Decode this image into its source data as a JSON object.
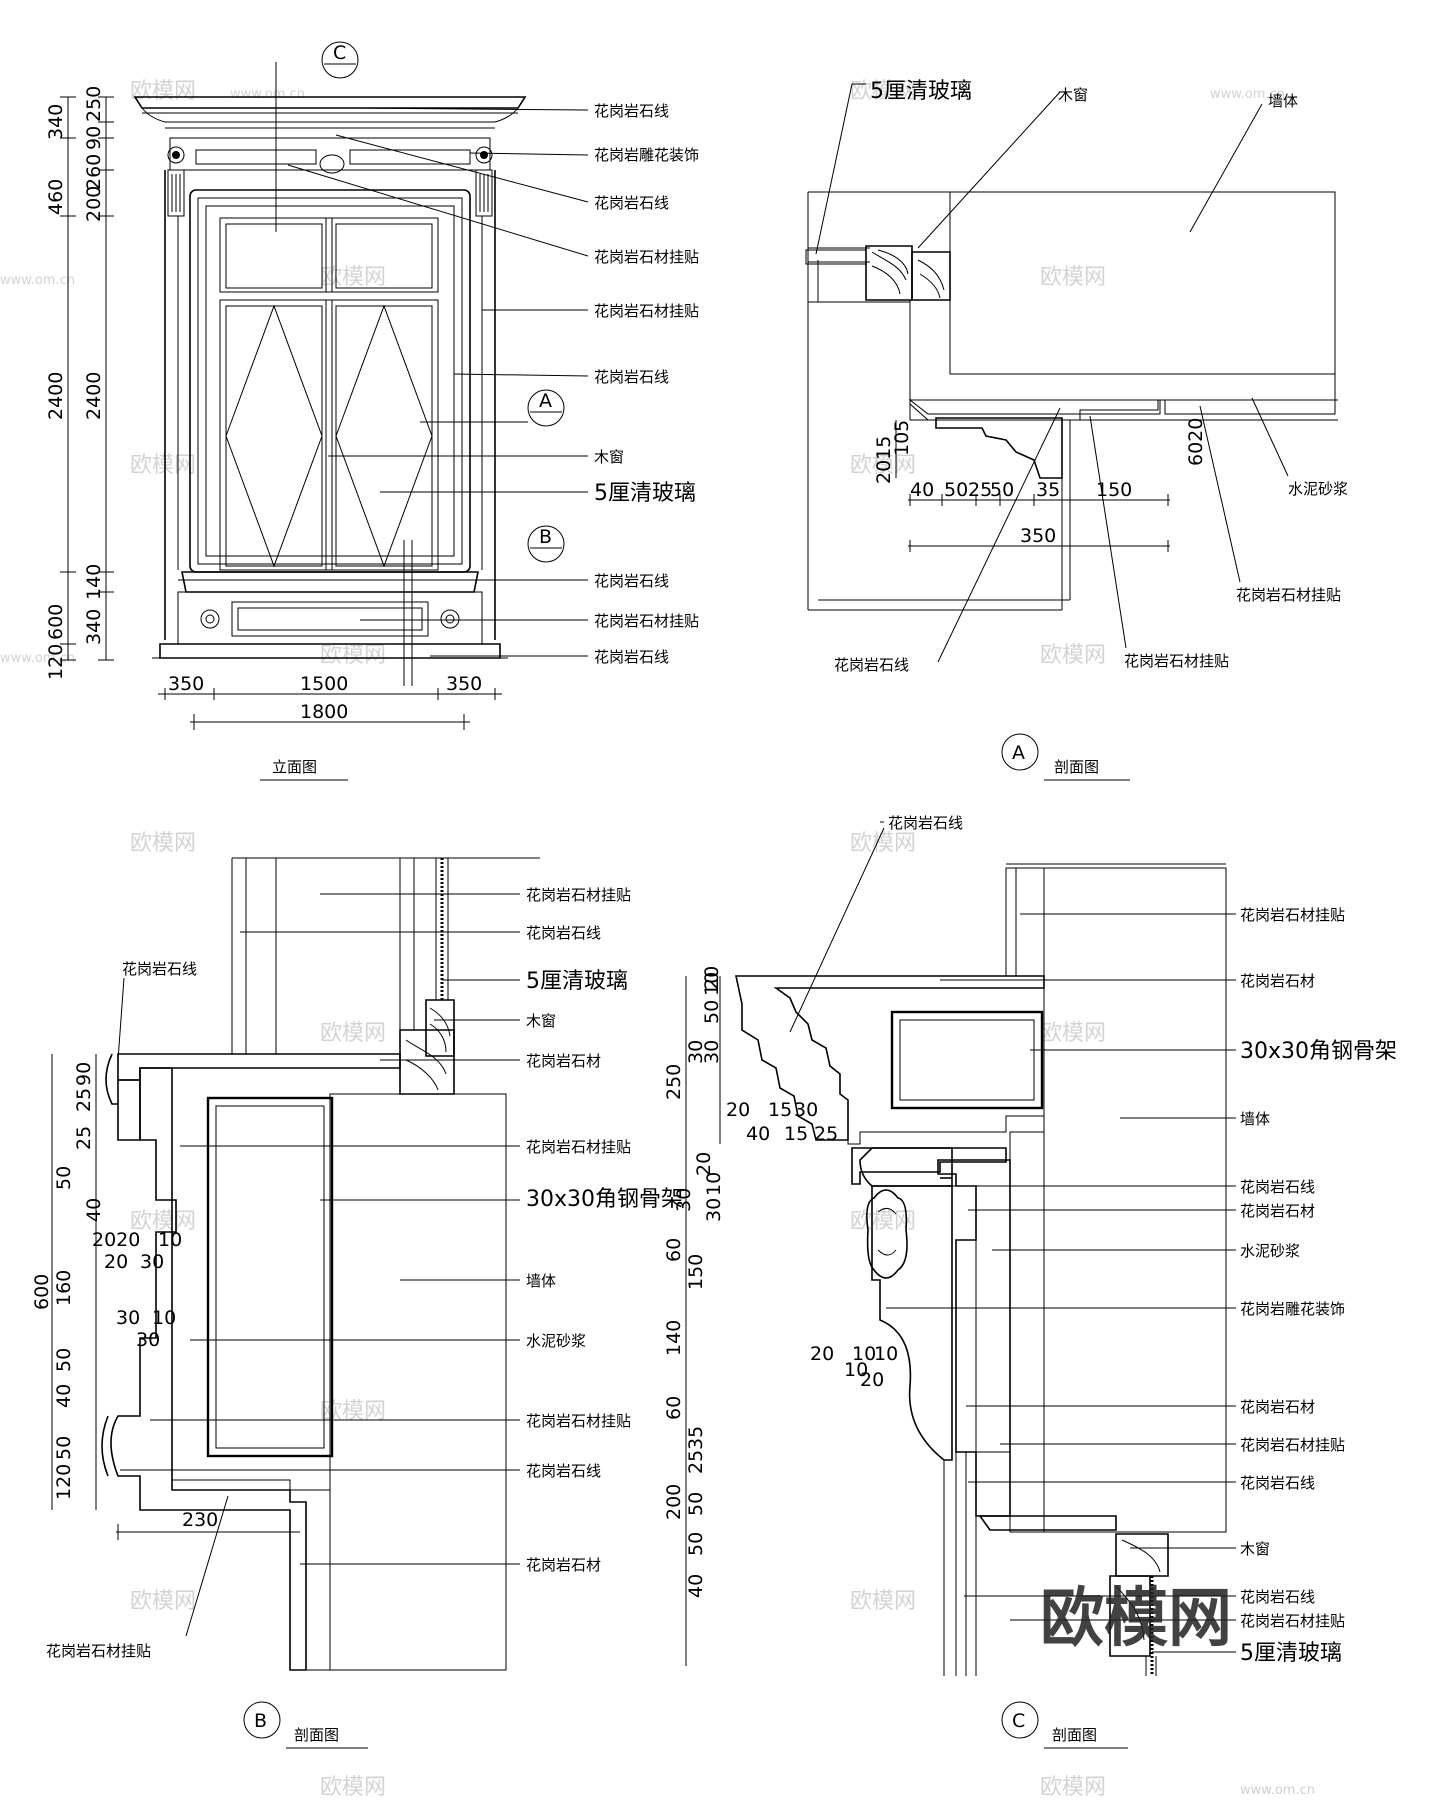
{
  "labels": {
    "granite_line": "花岗岩石线",
    "granite_carved": "花岗岩雕花装饰",
    "granite_cladding": "花岗岩石材挂贴",
    "wood_window": "木窗",
    "glass5": "5厘清玻璃",
    "granite": "花岗岩石材",
    "wall": "墙体",
    "mortar": "水泥砂浆",
    "steel_frame": "30x30角钢骨架",
    "steel_frame_b": "30x30角钢骨架"
  },
  "markers": {
    "A": "A",
    "B": "B",
    "C": "C"
  },
  "titles": {
    "elevation": "立面图",
    "section": "剖面图"
  },
  "dims": {
    "elev_left": [
      "340",
      "460",
      "2400",
      "600",
      "120"
    ],
    "elev_right": [
      "250",
      "90",
      "260",
      "200",
      "2400",
      "140",
      "340"
    ],
    "elev_bottom": [
      "350",
      "1500",
      "350"
    ],
    "elev_total": "1800",
    "a_vert": "2015",
    "a_vert2": "105",
    "a_vert3": "6020",
    "a_row": [
      "40",
      "50",
      "25",
      "50",
      "35",
      "150"
    ],
    "a_total": "350",
    "b_left": [
      "90",
      "25",
      "25",
      "50",
      "40",
      "160",
      "50",
      "40",
      "50",
      "120"
    ],
    "b_total": "600",
    "b_small": [
      "2020",
      "10",
      "20",
      "30",
      "30",
      "10",
      "30"
    ],
    "b_bottom": "230",
    "c_left": [
      "10",
      "50",
      "20",
      "250",
      "30",
      "30",
      "30",
      "20",
      "10",
      "30",
      "60",
      "150",
      "140",
      "60",
      "35",
      "200",
      "50",
      "25",
      "50",
      "40"
    ],
    "c_small": [
      "20",
      "15",
      "30",
      "40",
      "15",
      "25",
      "20",
      "10",
      "10",
      "10",
      "20"
    ]
  },
  "watermark": {
    "brand": "欧模网",
    "site": "www.om.cn"
  }
}
